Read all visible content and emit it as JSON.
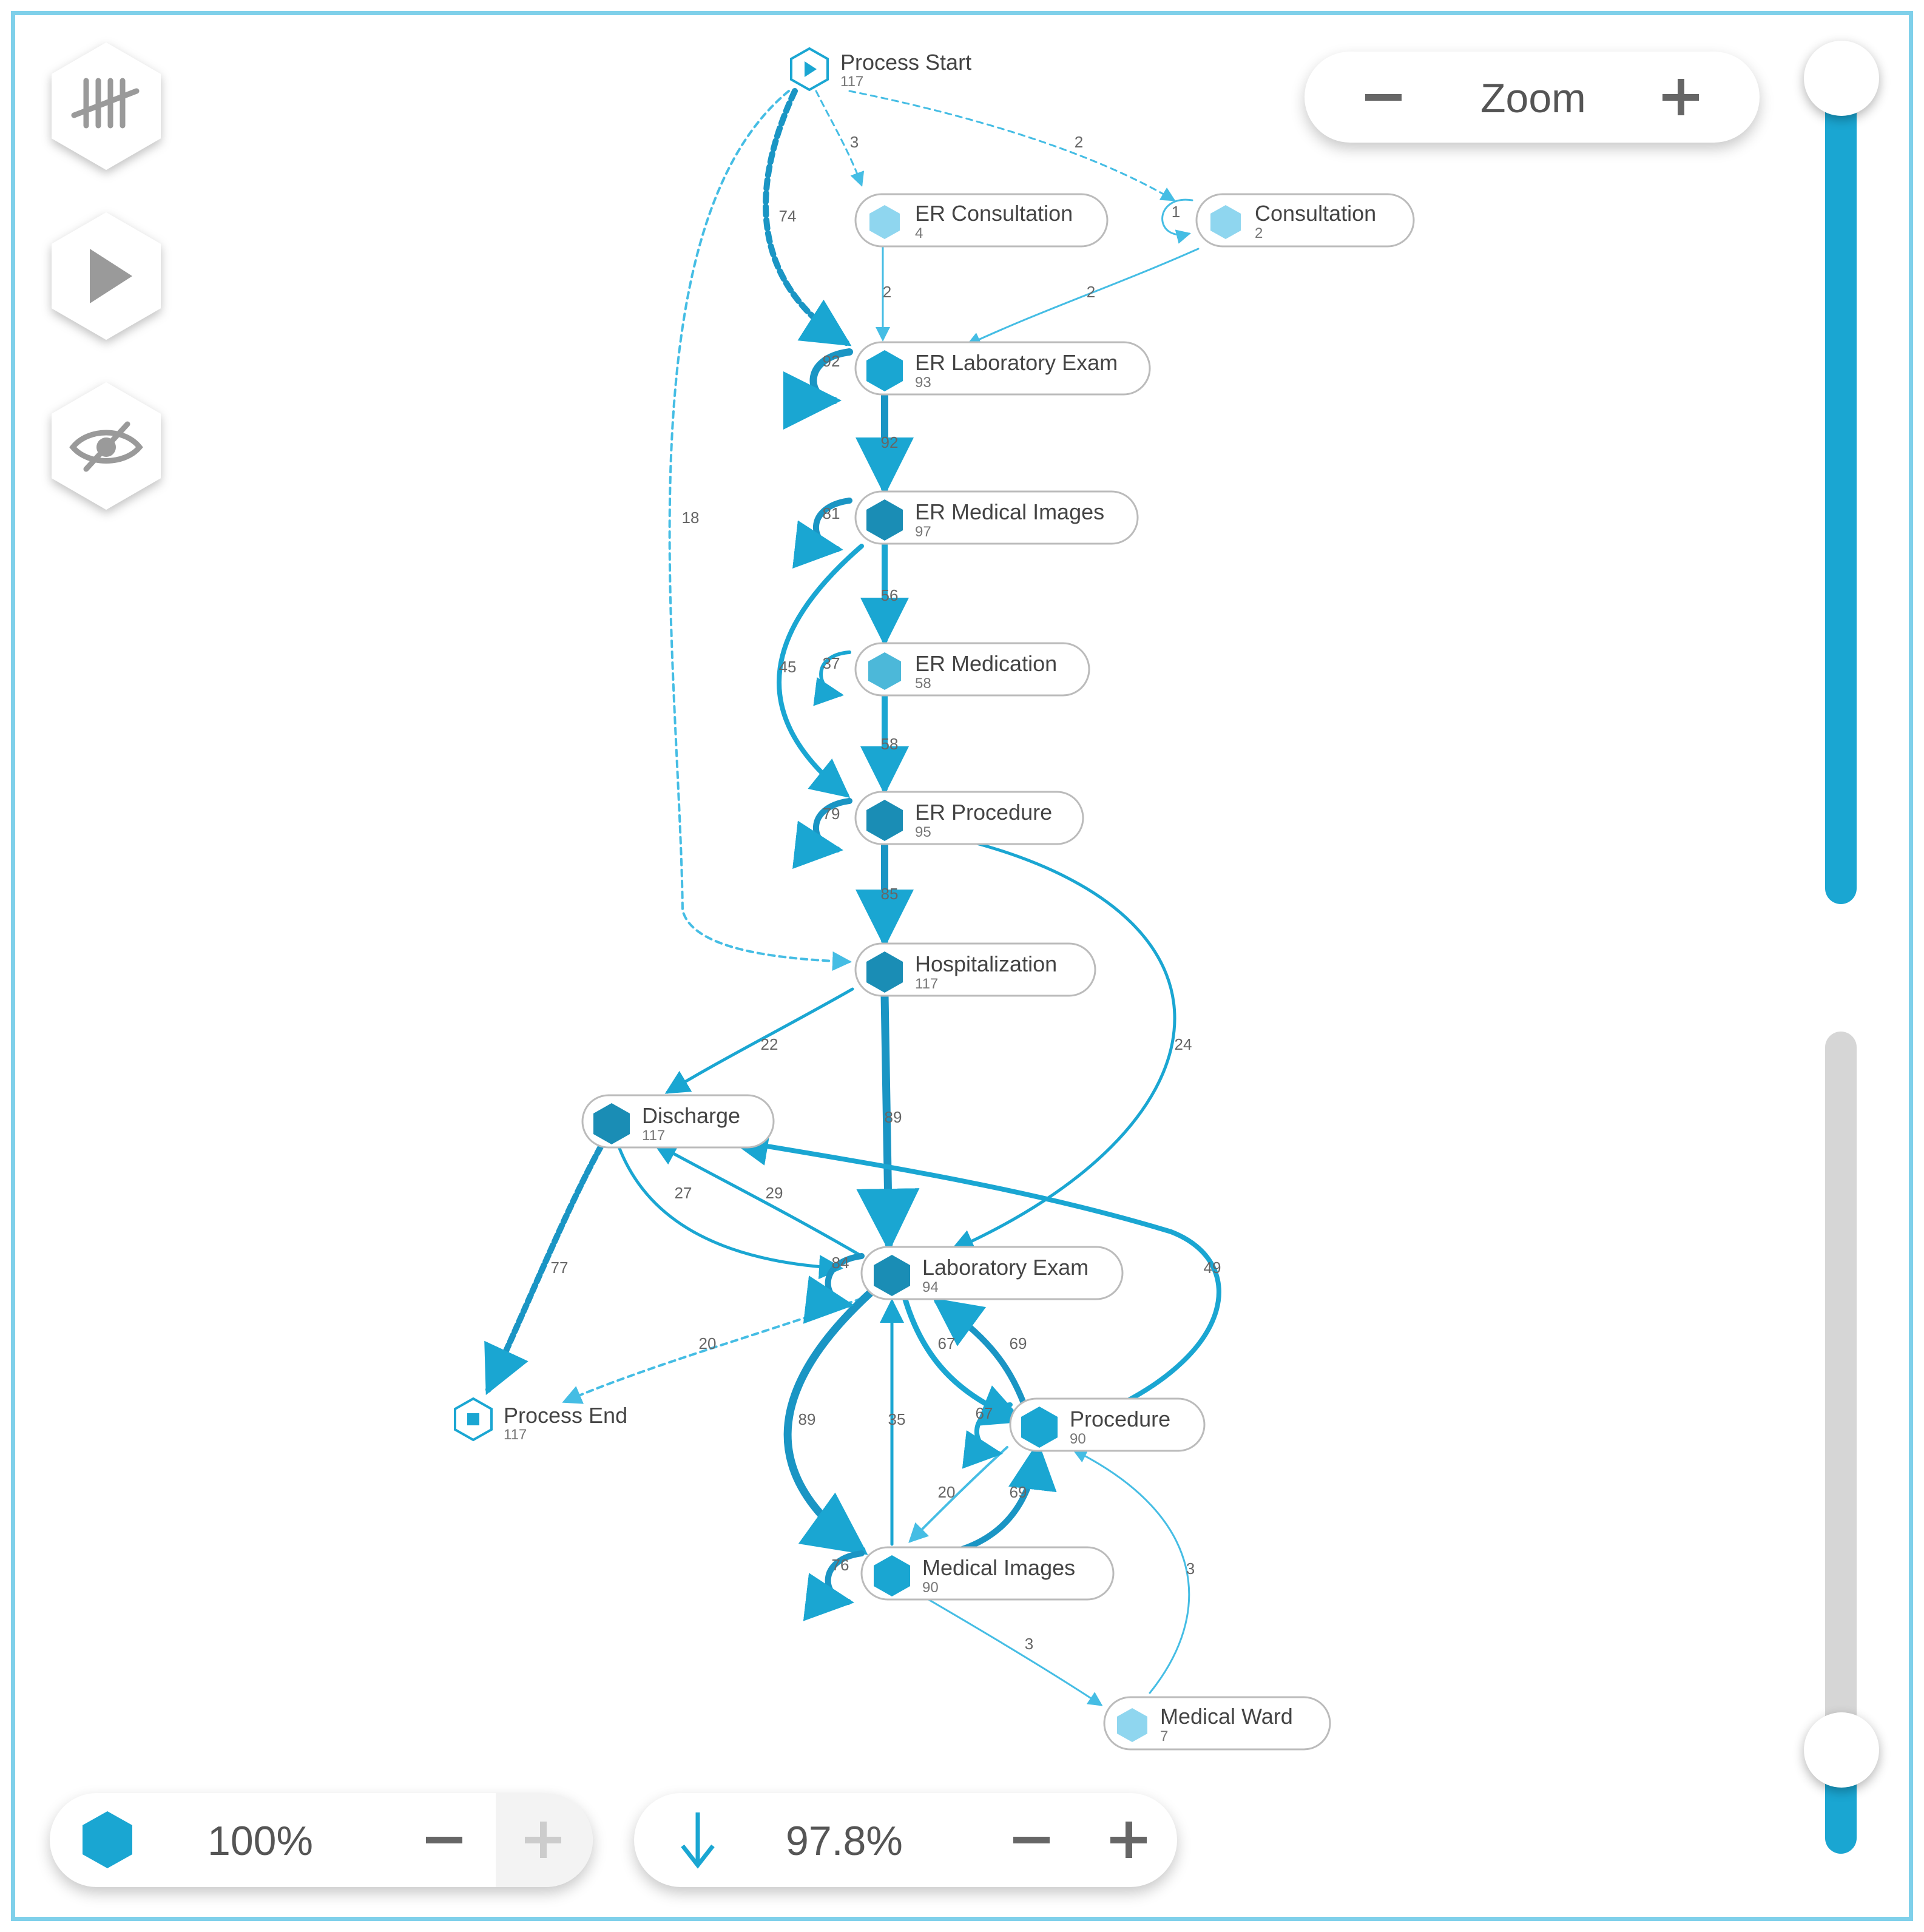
{
  "toolbar": [
    {
      "name": "tally-icon"
    },
    {
      "name": "play-icon"
    },
    {
      "name": "eye-off-icon"
    }
  ],
  "zoom": {
    "label": "Zoom",
    "minus": "−",
    "plus": "+"
  },
  "activities_control": {
    "value": "100%",
    "minus": "−",
    "plus": "+"
  },
  "paths_control": {
    "value": "97.8%",
    "minus": "−",
    "plus": "+"
  },
  "nodes": {
    "process_start": {
      "label": "Process Start",
      "count": "117"
    },
    "er_consultation": {
      "label": "ER Consultation",
      "count": "4"
    },
    "consultation": {
      "label": "Consultation",
      "count": "2"
    },
    "er_lab_exam": {
      "label": "ER Laboratory Exam",
      "count": "93"
    },
    "er_med_images": {
      "label": "ER Medical Images",
      "count": "97"
    },
    "er_medication": {
      "label": "ER Medication",
      "count": "58"
    },
    "er_procedure": {
      "label": "ER Procedure",
      "count": "95"
    },
    "hospitalization": {
      "label": "Hospitalization",
      "count": "117"
    },
    "discharge": {
      "label": "Discharge",
      "count": "117"
    },
    "lab_exam": {
      "label": "Laboratory Exam",
      "count": "94"
    },
    "process_end": {
      "label": "Process End",
      "count": "117"
    },
    "procedure": {
      "label": "Procedure",
      "count": "90"
    },
    "medical_images": {
      "label": "Medical Images",
      "count": "90"
    },
    "medical_ward": {
      "label": "Medical Ward",
      "count": "7"
    }
  },
  "edges": {
    "start_erlab": "74",
    "start_ercons": "3",
    "start_cons": "2",
    "start_hosp": "18",
    "ercons_erlab": "2",
    "cons_erlab": "2",
    "cons_self": "1",
    "erlab_self": "92",
    "erlab_ermed": "92",
    "ermed_self": "81",
    "ermed_ermedication": "56",
    "ermed_erproc": "45",
    "ermedication_self": "37",
    "ermedication_erproc": "58",
    "erproc_self": "79",
    "erproc_hosp": "85",
    "erproc_lab": "24",
    "hosp_discharge": "22",
    "hosp_lab": "89",
    "discharge_end": "77",
    "discharge_lab": "27",
    "lab_discharge": "29",
    "proc_discharge": "49",
    "lab_self": "84",
    "lab_end": "20",
    "lab_medimg": "89",
    "medimg_lab": "35",
    "lab_proc": "67",
    "proc_lab": "69",
    "proc_self": "67",
    "proc_medimg": "20",
    "medimg_proc": "69",
    "medimg_self": "76",
    "medimg_ward": "3",
    "ward_proc": "3"
  },
  "colors": {
    "accent": "#1aa6d2",
    "dark_node": "#1a8db5",
    "light_node": "#8fd6ef",
    "border": "#7fd0ea"
  }
}
